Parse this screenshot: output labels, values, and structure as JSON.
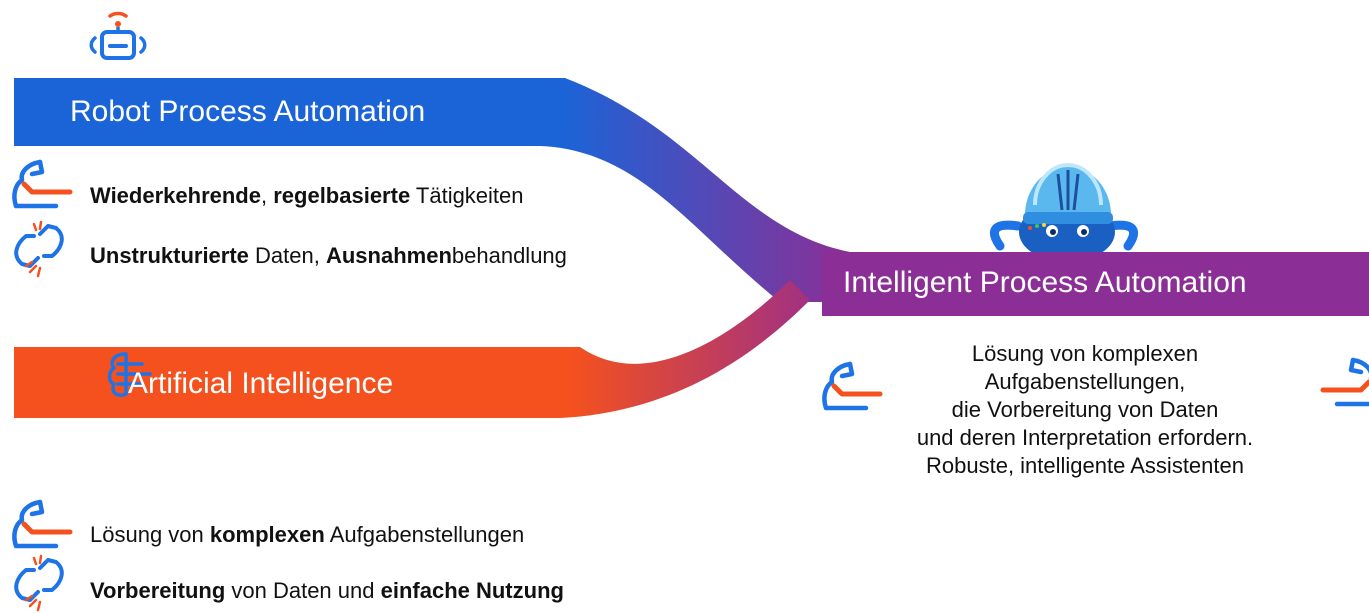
{
  "colors": {
    "rpa_blue": "#1a64d8",
    "ai_orange": "#f4511e",
    "ipa_purple": "#8b2f96",
    "icon_blue": "#1e73e6",
    "icon_orange": "#f4511e"
  },
  "rpa": {
    "title": "Robot Process Automation",
    "icon": "robot-wifi-icon",
    "items": [
      {
        "icon": "flexed-arm-icon",
        "bold1": "Wiederkehrende",
        "sep": ", ",
        "bold2": "regelbasierte",
        "rest": " Tätigkeiten"
      },
      {
        "icon": "broken-link-icon",
        "bold1": "Unstrukturierte",
        "mid": " Daten, ",
        "bold2": "Ausnahmen",
        "rest": "behandlung"
      }
    ]
  },
  "ai": {
    "title": "Artificial Intelligence",
    "icon": "brain-circuit-icon",
    "items": [
      {
        "icon": "flexed-arm-icon",
        "pre": "Lösung von ",
        "bold1": "komplexen",
        "rest": " Aufgabenstellungen"
      },
      {
        "icon": "broken-link-icon",
        "bold1": "Vorbereitung",
        "mid": " von Daten und ",
        "bold2": "einfache Nutzung"
      }
    ]
  },
  "ipa": {
    "title": "Intelligent Process Automation",
    "icon": "robot-mascot-image",
    "lines": [
      "Lösung von komplexen",
      "Aufgabenstellungen,",
      "die Vorbereitung von Daten",
      "und deren Interpretation erfordern.",
      "Robuste, intelligente Assistenten"
    ]
  }
}
